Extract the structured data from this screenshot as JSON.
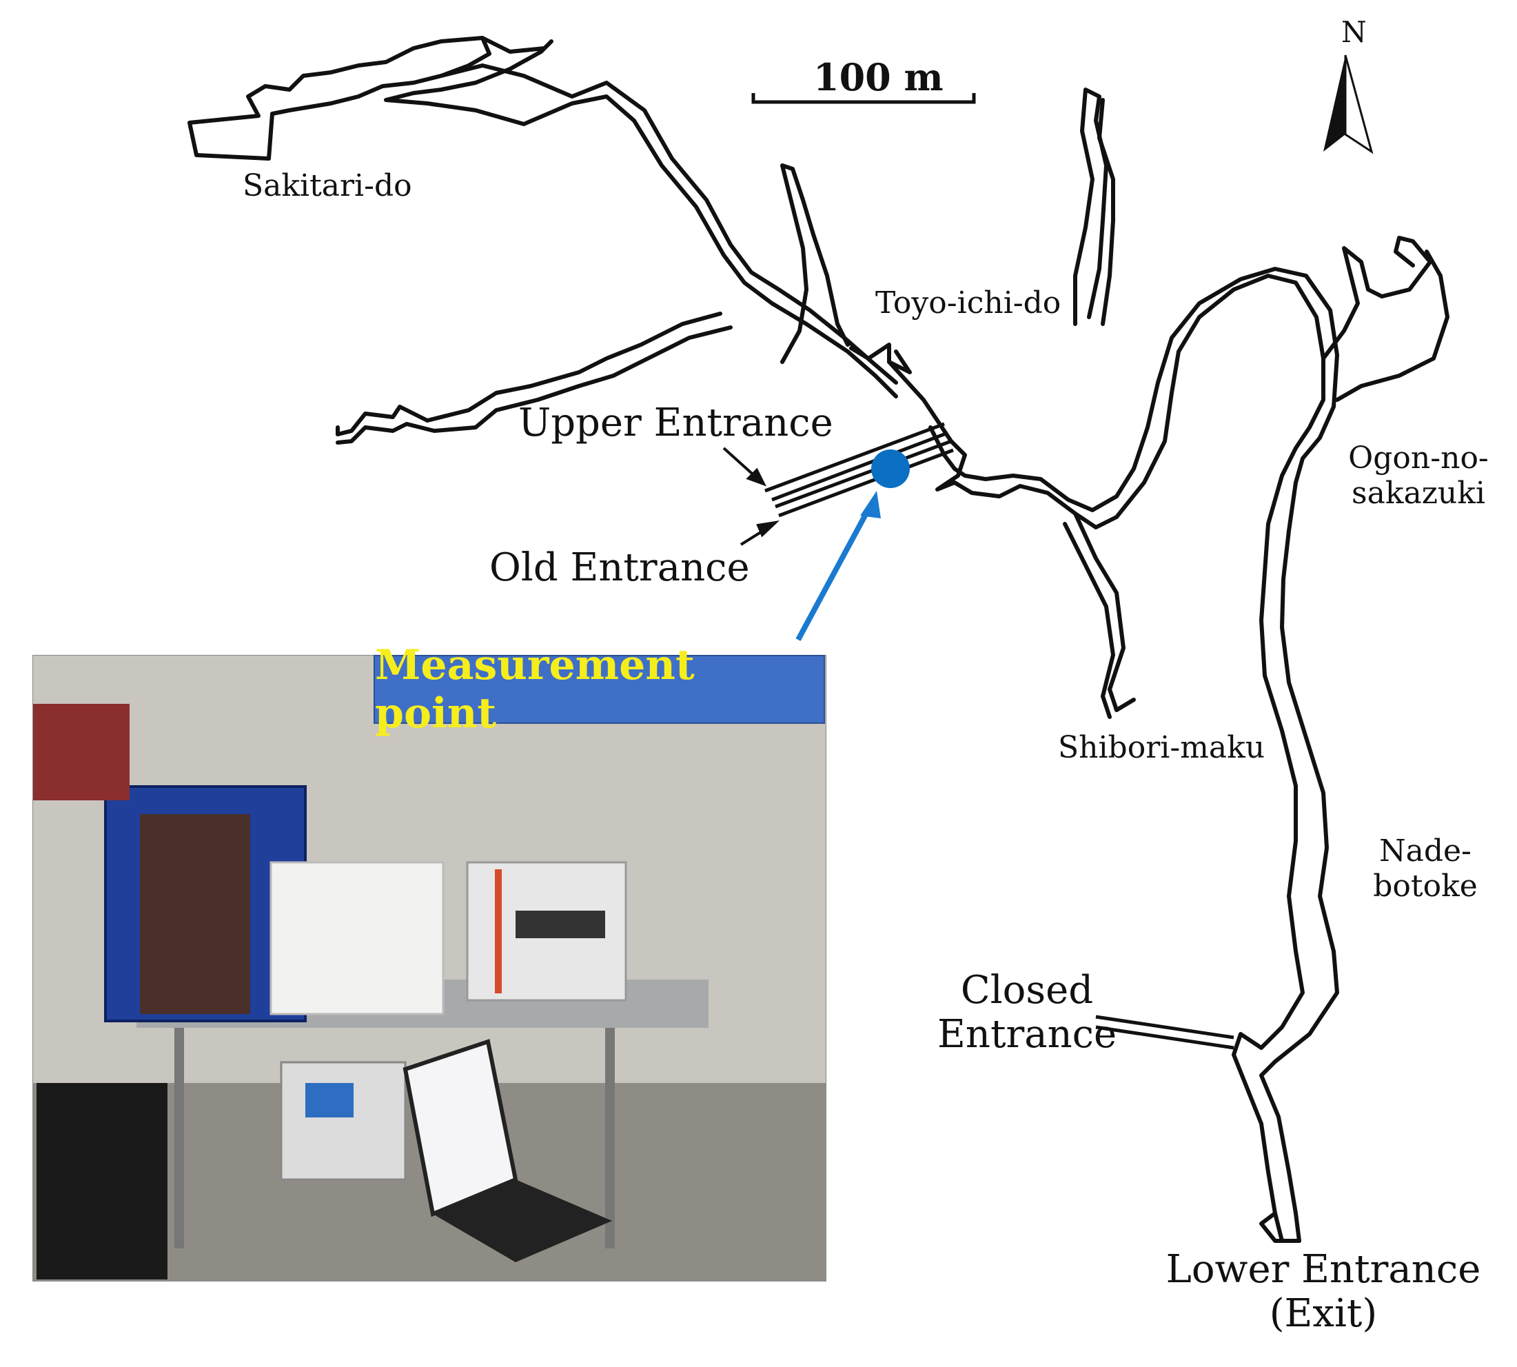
{
  "scale": {
    "label": "100 m"
  },
  "north": {
    "label": "N"
  },
  "labels": {
    "sakitari_do": "Sakitari-do",
    "toyo_ichi_do": "Toyo-ichi-do",
    "upper_entrance": "Upper Entrance",
    "old_entrance": "Old Entrance",
    "ogon_no_sakazuki_1": "Ogon-no-",
    "ogon_no_sakazuki_2": "sakazuki",
    "shibori_maku": "Shibori-maku",
    "nade_botoke_1": "Nade-",
    "nade_botoke_2": "botoke",
    "closed_entrance_1": "Closed",
    "closed_entrance_2": "Entrance",
    "lower_entrance_1": "Lower Entrance",
    "lower_entrance_2": "(Exit)"
  },
  "photo": {
    "banner": "Measurement point"
  },
  "colors": {
    "passage_stroke": "#111111",
    "marker": "#0b6fc4",
    "arrow": "#1a7ad0",
    "banner_bg": "#3f6fc7",
    "banner_text": "#f6ee1c"
  }
}
